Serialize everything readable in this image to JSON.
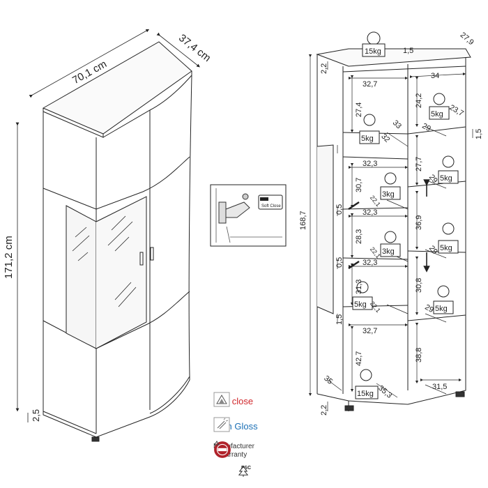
{
  "left_cabinet": {
    "width": "70,1 cm",
    "depth": "37,4 cm",
    "height": "171,2 cm",
    "plinth": "2,5"
  },
  "right_cabinet": {
    "top_width": "27,9",
    "gap_top": "1,5",
    "left_side": "2,2",
    "total_height": "168,7",
    "side_gap": "1,5",
    "col_left_top": "32,7",
    "col_right_top": "34",
    "h1_left": "27,4",
    "diag_left_top": "33",
    "h1_right": "24,2",
    "diag_right_top": "23,7",
    "d29_a": "29",
    "d32": "32",
    "w_left_2": "32,3",
    "h_left_2": "30,7",
    "h_right_2": "27,7",
    "d29_b": "29",
    "gap_05_a": "0,5",
    "w_left_3": "32,3",
    "d22_a": "22,1",
    "d22_b": "22,1",
    "h_left_3": "28,3",
    "h_right_3": "36,9",
    "d29_c": "29",
    "gap_05_b": "0,5",
    "w_left_4": "32,3",
    "h_left_4": "31,3",
    "d22_c": "22,1",
    "h_right_4": "30,8",
    "d29_d": "29",
    "gap_15_b": "1,5",
    "w_left_5": "32,7",
    "h_left_5": "42,7",
    "h_right_5": "38,8",
    "d35": "35",
    "d35_3": "35,3",
    "d31_5": "31,5",
    "base": "2,2",
    "loads": {
      "top": "15kg",
      "l1": "5kg",
      "r1": "5kg",
      "l2": "3kg",
      "r2": "5kg",
      "l3": "3kg",
      "r3": "5kg",
      "l4": "5kg",
      "r4": "5kg",
      "bottom": "15kg"
    }
  },
  "inset": {
    "label": "Soft Close"
  },
  "features": {
    "soft_close": "Soft close",
    "high_gloss": "High Gloss",
    "warranty_line1": "Manufacturer",
    "warranty_line2": "Warranty",
    "fsc": "FSC"
  },
  "colors": {
    "soft_close": "#d0272b",
    "high_gloss": "#1a6fb5",
    "warranty_seal": "#b0222a",
    "line": "#333333"
  }
}
